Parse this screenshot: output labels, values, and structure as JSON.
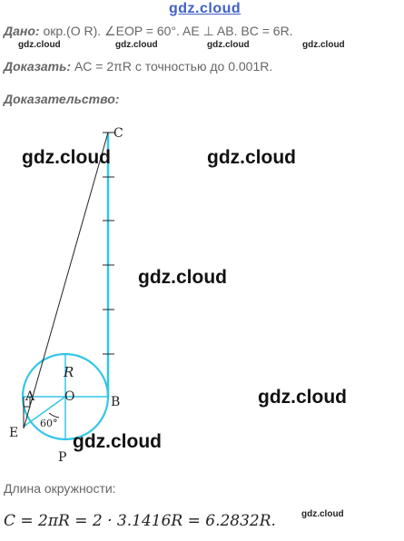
{
  "site": {
    "title": "gdz.cloud"
  },
  "given": {
    "label": "Дано:",
    "text": "окр.(O  R).  ∠EOP = 60°.  AE ⊥ AB.  BC = 6R."
  },
  "prove": {
    "label": "Доказать:",
    "text": "AC = 2πR с точностью до 0.001R."
  },
  "proof": {
    "label": "Доказательство:"
  },
  "figure": {
    "points": {
      "C": "C",
      "A": "A",
      "O": "O",
      "B": "B",
      "E": "E",
      "P": "P"
    },
    "radius_label": "R",
    "angle_label": "60°"
  },
  "watermarks": {
    "small": [
      "gdz.cloud",
      "gdz.cloud",
      "gdz.cloud",
      "gdz.cloud",
      "gdz.cloud"
    ],
    "big": [
      "gdz.cloud",
      "gdz.cloud",
      "gdz.cloud",
      "gdz.cloud",
      "gdz.cloud"
    ]
  },
  "result": {
    "label": "Длина окружности:",
    "formula": "C = 2πR = 2 · 3.1416R = 6.2832R."
  },
  "colors": {
    "accent": "#35c6e6",
    "title": "#4060c8"
  }
}
